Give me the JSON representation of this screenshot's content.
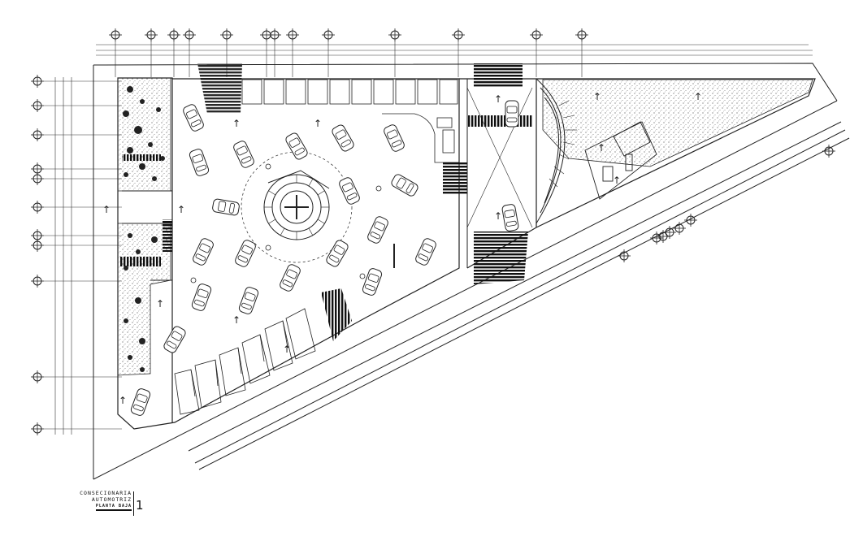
{
  "drawing": {
    "title_line1": "CONSECIONARIA",
    "title_line2": "AUTOMOTRIZ",
    "title_line3": "PLANTA BAJA",
    "sheet_number": "1",
    "north_arrow_symbol": "↑",
    "line_color": "#222222",
    "hatch_color": "#111111",
    "background_color": "#ffffff"
  }
}
